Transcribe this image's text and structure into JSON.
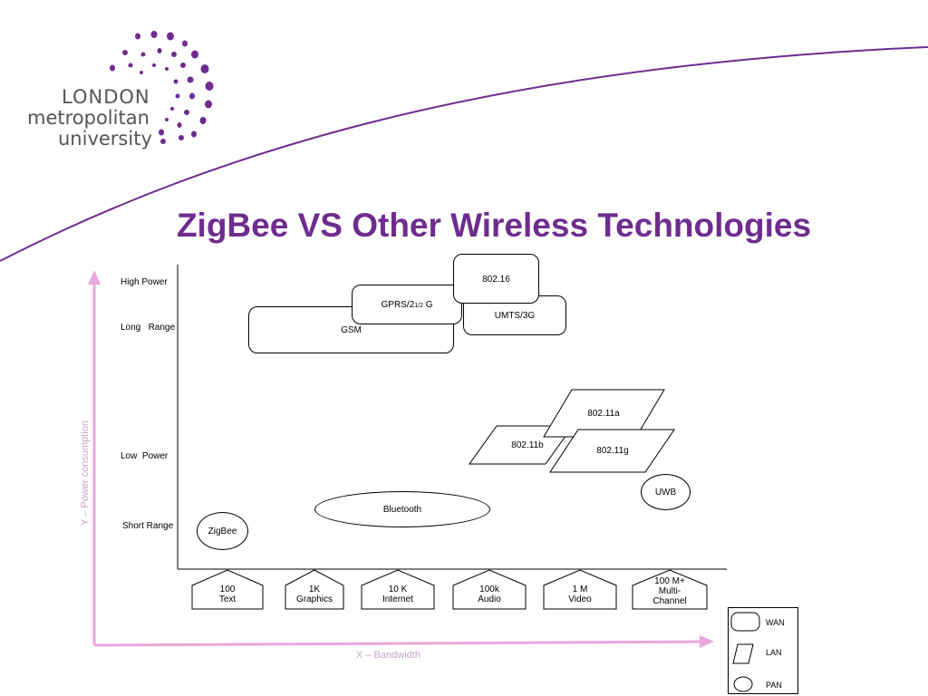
{
  "logo": {
    "line1": "LONDON",
    "line2": "metropolitan",
    "line3": "university",
    "brand_color": "#6f2c8f"
  },
  "title": "ZigBee VS Other Wireless Technologies",
  "y_axis": {
    "title": "Y – Power consumption",
    "labels": [
      "High Power",
      "Long   Range",
      "Low  Power",
      "Short Range"
    ]
  },
  "x_axis": {
    "title": "X – Bandwidth",
    "categories": [
      [
        "100",
        "Text"
      ],
      [
        "1K",
        "Graphics"
      ],
      [
        "10 K",
        "Internet"
      ],
      [
        "100k",
        "Audio"
      ],
      [
        "1 M",
        "Video"
      ],
      [
        "100 M+",
        "Multi-",
        "Channel"
      ]
    ]
  },
  "nodes": {
    "gsm": "GSM",
    "gprs_pre": "GPRS/2",
    "gprs_frac": "1/2",
    "gprs_post": " G",
    "umts": "UMTS/3G",
    "n80216": "802.16",
    "n80211a": "802.11a",
    "n80211b": "802.11b",
    "n80211g": "802.11g",
    "uwb": "UWB",
    "bluetooth": "Bluetooth",
    "zigbee": "ZigBee"
  },
  "legend": {
    "wan": "WAN",
    "lan": "LAN",
    "pan": "PAN"
  },
  "colors": {
    "title": "#6f2c8f",
    "axis_arrow": "#e8a8dc",
    "axis_text": "#c8a6c8"
  }
}
